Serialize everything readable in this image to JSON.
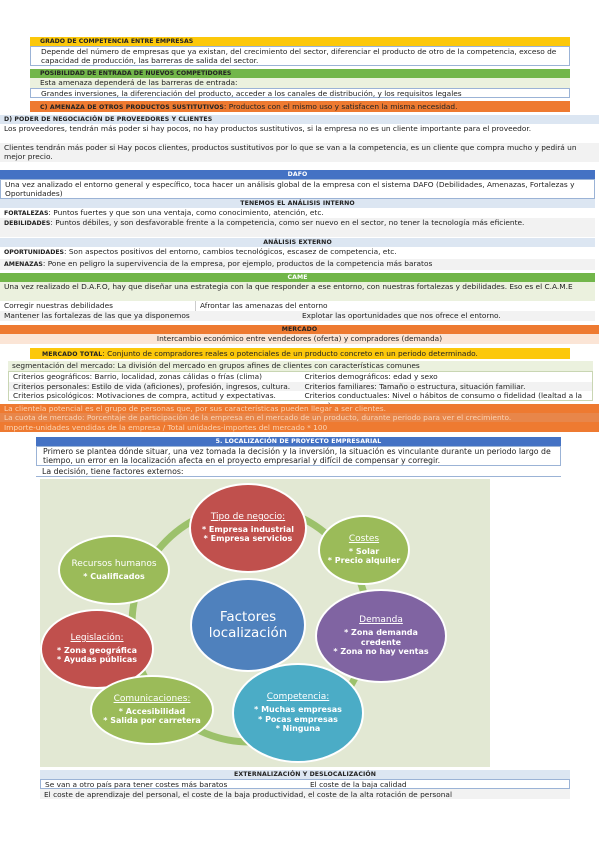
{
  "s_grado": {
    "title": "Grado de competencia entre empresas",
    "text": "Depende del número de empresas que ya existan, del crecimiento del sector, diferenciar el producto de otro de la competencia, exceso de capacidad de producción, las barreras de salida del sector."
  },
  "s_posibilidad": {
    "title": "Posibilidad de entrada de nuevos competidores",
    "line1": "Esta amenaza dependerá de las barreras de entrada:",
    "line2": "Grandes inversiones, la diferenciación del producto, acceder a los canales de distribución, y los requisitos legales"
  },
  "s_amenaza": {
    "title": "C) Amenaza de otros productos sustitutivos",
    "text": ": Productos con el mismo uso y satisfacen la misma necesidad."
  },
  "s_poder": {
    "title": "D) Poder de negociación de proveedores y clientes",
    "line1": "Los proveedores, tendrán más poder si hay pocos, no hay productos sustitutivos, si la empresa no es un cliente importante para el proveedor.",
    "line2": "Clientes tendrán más poder si Hay pocos clientes, productos sustitutivos por lo que se van a la competencia, es un cliente que compra mucho y pedirá un mejor precio."
  },
  "s_dafo": {
    "title": "DAFO",
    "intro": "Una vez analizado el entorno general y específico, toca hacer un análisis global de la empresa con el sistema DAFO (Debilidades, Amenazas, Fortalezas y Oportunidades)",
    "internal_title": "Tenemos el análisis interno",
    "fortalezas_label": "FORTALEZAS",
    "fortalezas_text": ": Puntos fuertes y que son una ventaja, como conocimiento, atención, etc.",
    "debilidades_label": "DEBILIDADES",
    "debilidades_text": ": Puntos débiles, y son desfavorable frente a la competencia, como ser nuevo en el sector, no tener la tecnología más eficiente.",
    "external_title": "Análisis externo",
    "oportunidades_label": "OPORTUNIDADES",
    "oportunidades_text": ": Son aspectos positivos del entorno, cambios tecnológicos, escasez de competencia, etc.",
    "amenazas_label": "AMENAZAS",
    "amenazas_text": ": Pone en peligro la supervivencia de la empresa, por ejemplo, productos de la competencia más baratos"
  },
  "s_came": {
    "title": "CAME",
    "intro": "Una vez realizado el D.A.F.O, hay que diseñar una estrategia con la que responder a ese entorno, con nuestras fortalezas y debilidades. Eso es el C.A.M.E",
    "c1": "Corregir nuestras debilidades",
    "c2": "Afrontar las amenazas del entorno",
    "c3": "Mantener las fortalezas de las que ya disponemos",
    "c4": "Explotar las oportunidades que nos ofrece el entorno."
  },
  "s_mercado": {
    "title": "Mercado",
    "subtitle": "Intercambio económico entre vendedores (oferta) y compradores (demanda)",
    "total_label": "Mercado total",
    "total_text": ": Conjunto de compradores reales o potenciales de un producto concreto en un periodo determinado.",
    "seg_text": "segmentación del mercado: La división del mercado en grupos afines de clientes con características comunes",
    "criteria": [
      "Criterios geográficos: Barrio, localidad, zonas cálidas o frías (clima)",
      "Criterios demográficos: edad y sexo",
      "Criterios personales: Estilo de vida (aficiones), profesión, ingresos, cultura.",
      "Criterios familiares: Tamaño o estructura, situación familiar.",
      "Criterios psicológicos: Motivaciones de compra, actitud y expectativas.",
      "Criterios conductuales: Nivel o hábitos de consumo o fidelidad (lealtad a la marca)"
    ],
    "o1": "La clientela potencial es el grupo de personas que, por sus características pueden llegar a ser clientes.",
    "o2": "La cuota de mercado: Porcentaje de participación de la empresa en el mercado de un producto, durante periodo para ver el crecimiento.",
    "o3": "Importe-unidades vendidas de la empresa / Total unidades-importes del mercado * 100"
  },
  "s_localizacion": {
    "title": "5. Localización de proyecto empresarial",
    "line1": "Primero se plantea dónde situar, una vez tomada la decisión y la inversión, la situación es vinculante durante un periodo largo de tiempo, un error en la localización afecta en el proyecto empresarial y difícil de compensar y corregir.",
    "line2": "La decisión, tiene factores externos:"
  },
  "diagram": {
    "center": "Factores localización",
    "tipo_title": "Tipo de negocio:",
    "tipo_items": [
      "* Empresa industrial",
      "* Empresa servicios"
    ],
    "costes_title": "Costes",
    "costes_items": [
      "* Solar",
      "* Precio alquiler"
    ],
    "demanda_title": "Demanda",
    "demanda_items": [
      "* Zona demanda credente",
      "* Zona no hay ventas"
    ],
    "competencia_title": "Competencia:",
    "competencia_items": [
      "* Muchas empresas",
      "* Pocas empresas",
      "* Ninguna"
    ],
    "comunicaciones_title": "Comunicaciones:",
    "comunicaciones_items": [
      "* Accesibilidad",
      "* Salida por carretera"
    ],
    "legislacion_title": "Legislación:",
    "legislacion_items": [
      "* Zona geográfica",
      "* Ayudas públicas"
    ],
    "recursos_title": "Recursos humanos",
    "recursos_items": [
      "* Cualificados"
    ],
    "colors": {
      "red": "#c0504d",
      "green": "#9bbb59",
      "purple": "#8064a2",
      "blue": "#4f81bd",
      "teal": "#4bacc6"
    }
  },
  "s_externalizacion": {
    "title": "Externalización y deslocalización",
    "a1": "Se van a otro país para tener costes más baratos",
    "a2": "El coste de la baja calidad",
    "b1": "El coste de aprendizaje del personal, el coste de la baja productividad, el coste de la alta rotación de personal"
  }
}
